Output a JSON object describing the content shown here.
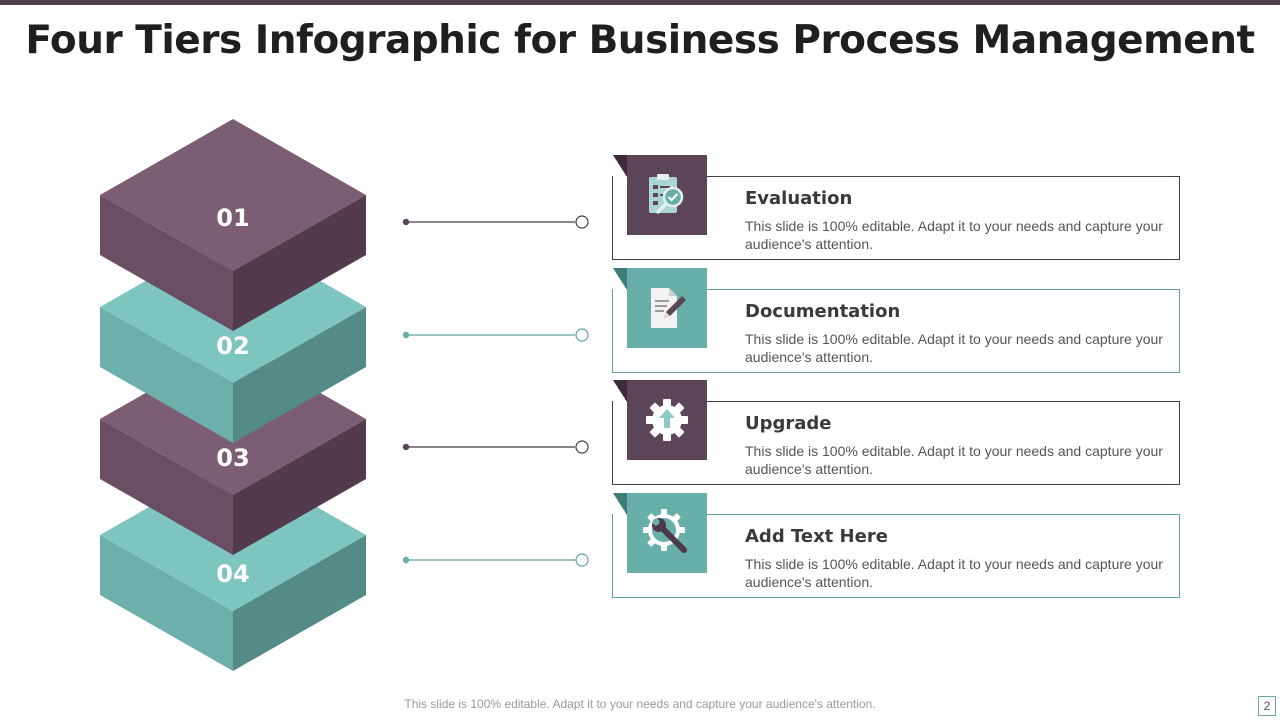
{
  "title": "Four Tiers Infographic for Business Process Management",
  "colors": {
    "purple_top": "#7c5e74",
    "purple_left": "#6a4f64",
    "purple_right": "#523b4d",
    "teal_top": "#7ec5c0",
    "teal_left": "#6db0ab",
    "teal_right": "#548b86",
    "purple_dark": "#4a3a4a",
    "teal_dark": "#5fa3a0"
  },
  "tiers": [
    {
      "number": "01",
      "color": "purple"
    },
    {
      "number": "02",
      "color": "teal"
    },
    {
      "number": "03",
      "color": "purple"
    },
    {
      "number": "04",
      "color": "teal"
    }
  ],
  "cards": [
    {
      "title": "Evaluation",
      "description": "This slide is 100% editable. Adapt it to your needs and capture your audience's attention.",
      "icon": "clipboard-check-icon",
      "color": "purple"
    },
    {
      "title": "Documentation",
      "description": "This slide is 100% editable. Adapt it to your needs and capture your audience's attention.",
      "icon": "document-pencil-icon",
      "color": "teal"
    },
    {
      "title": "Upgrade",
      "description": "This slide is 100% editable. Adapt it to your needs and capture your audience's attention.",
      "icon": "gear-upload-icon",
      "color": "purple"
    },
    {
      "title": "Add Text Here",
      "description": "This slide is 100% editable. Adapt it to your needs and capture your audience's attention.",
      "icon": "gear-wrench-icon",
      "color": "teal"
    }
  ],
  "footer": "This slide is 100% editable. Adapt it to your needs and capture your audience's attention.",
  "page_number": "2"
}
